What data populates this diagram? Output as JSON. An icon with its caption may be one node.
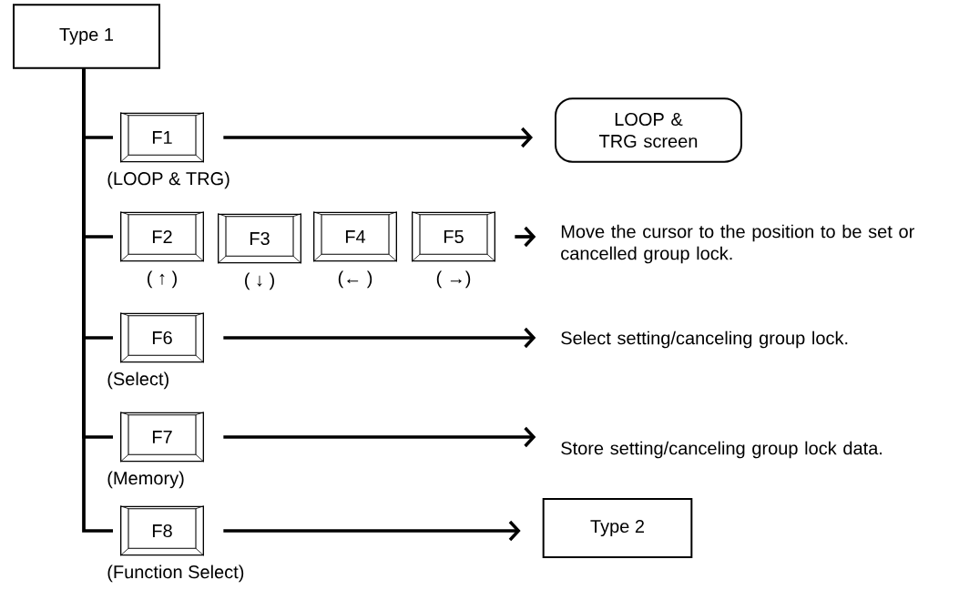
{
  "diagram": {
    "nodes": [
      {
        "text": [
          "Type 1"
        ]
      },
      {
        "text": [
          "F1"
        ],
        "beside": [
          "(LOOP & TRG)"
        ]
      },
      {
        "text": [
          "LOOP & TRG screen"
        ]
      },
      {
        "text": [
          "F2"
        ],
        "beside": [
          "( ↑ )"
        ]
      },
      {
        "text": [
          "F3"
        ],
        "beside": [
          "( ↓ )"
        ]
      },
      {
        "text": [
          "F4"
        ],
        "beside": [
          "(← )"
        ]
      },
      {
        "text": [
          "F5"
        ],
        "beside": [
          "( →)"
        ]
      },
      {
        "text": [
          "Move the cursor to the position to be set or cancelled group lock."
        ]
      },
      {
        "text": [
          "F6"
        ],
        "beside": [
          "(Select)"
        ]
      },
      {
        "text": [
          "Select setting/canceling group lock."
        ]
      },
      {
        "text": [
          "F7"
        ],
        "beside": [
          "(Memory)"
        ]
      },
      {
        "text": [
          "Store setting/canceling group lock data."
        ]
      },
      {
        "text": [
          "F8"
        ],
        "beside": [
          "(Function Select)"
        ]
      },
      {
        "text": [
          "Type 2"
        ]
      }
    ],
    "edges": [
      {
        "from": 0,
        "to": 1,
        "arrow": "none"
      },
      {
        "from": 0,
        "to": 3,
        "arrow": "none"
      },
      {
        "from": 0,
        "to": 8,
        "arrow": "none"
      },
      {
        "from": 0,
        "to": 10,
        "arrow": "none"
      },
      {
        "from": 0,
        "to": 12,
        "arrow": "none"
      },
      {
        "from": 1,
        "to": 2,
        "arrow": "to"
      },
      {
        "from": 6,
        "to": 7,
        "arrow": "to"
      },
      {
        "from": 8,
        "to": 9,
        "arrow": "to"
      },
      {
        "from": 10,
        "to": 11,
        "arrow": "to"
      },
      {
        "from": 12,
        "to": 13,
        "arrow": "to"
      }
    ]
  }
}
